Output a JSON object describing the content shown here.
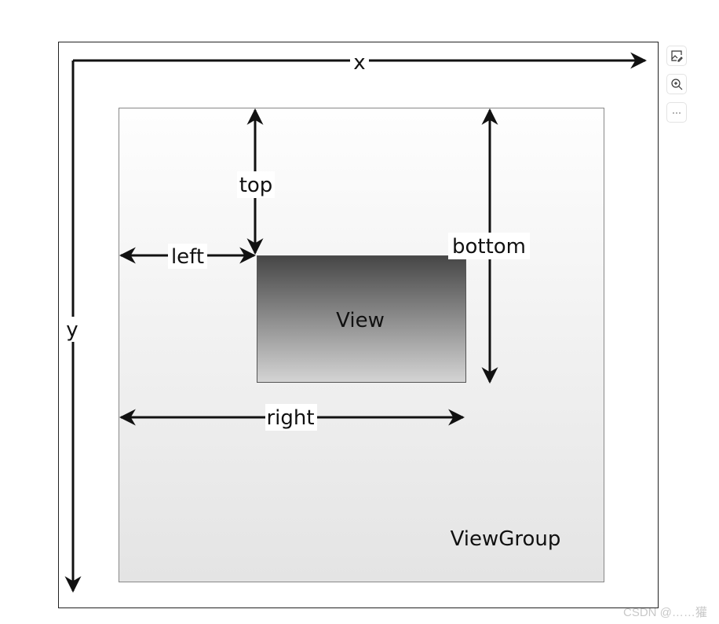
{
  "diagram": {
    "axis_x": "x",
    "axis_y": "y",
    "top": "top",
    "left": "left",
    "bottom": "bottom",
    "right": "right",
    "view": "View",
    "view_group": "ViewGroup"
  },
  "toolbar": {
    "icons": [
      "edit-image-icon",
      "zoom-in-icon",
      "more-icon"
    ],
    "more_label": "···"
  },
  "watermark": "CSDN @……獾"
}
